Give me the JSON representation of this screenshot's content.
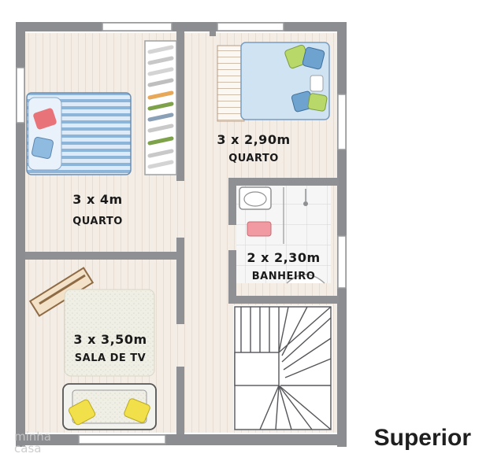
{
  "level_title": "Superior",
  "watermark": {
    "line1": "minha",
    "line2": "casa"
  },
  "rooms": [
    {
      "id": "quarto-1",
      "dimensions": "3 x 4m",
      "name": "QUARTO"
    },
    {
      "id": "quarto-2",
      "dimensions": "3 x 2,90m",
      "name": "QUARTO"
    },
    {
      "id": "banheiro",
      "dimensions": "2 x 2,30m",
      "name": "BANHEIRO"
    },
    {
      "id": "sala-tv",
      "dimensions": "3 x 3,50m",
      "name": "SALA DE TV"
    }
  ],
  "colors": {
    "wall": "#8c8d90",
    "wall_light": "#c9cacc",
    "floor_wood": "#f4ede6",
    "floor_line": "#e3d6ca",
    "bed_blue": "#cfe3f3",
    "bed_stripe": "#7ea9d0",
    "pillow_green": "#b9d86a",
    "pillow_blue": "#6fa3cf",
    "rug": "#efefe6",
    "sofa": "#f2f2ee",
    "pillow_yellow": "#f2e04a",
    "accent_red": "#e8747a",
    "tv_brown": "#8e6b45"
  }
}
